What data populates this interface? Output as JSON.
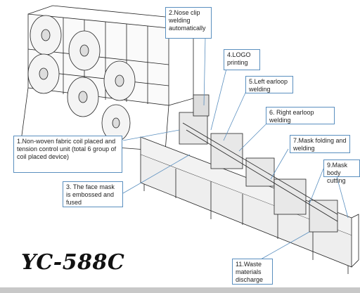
{
  "model": "YC-588C",
  "callouts": {
    "c1": "1.Non-woven fabric coil placed and tension control unit (total 6 group of coil placed device)",
    "c2": "2.Nose clip welding automatically",
    "c3": "3. The face mask is embossed and fused",
    "c4": "4.LOGO printing",
    "c5": "5.Left earloop welding",
    "c6": "6. Right earloop welding",
    "c7": "7.Mask folding and welding",
    "c9": "9.Mask body cutting",
    "c11": "11.Waste materials discharge"
  },
  "colors": {
    "line": "#222222",
    "callout_border": "#5a8fbf",
    "leader": "#5a8fbf",
    "cabinet": "#eeeeee"
  }
}
